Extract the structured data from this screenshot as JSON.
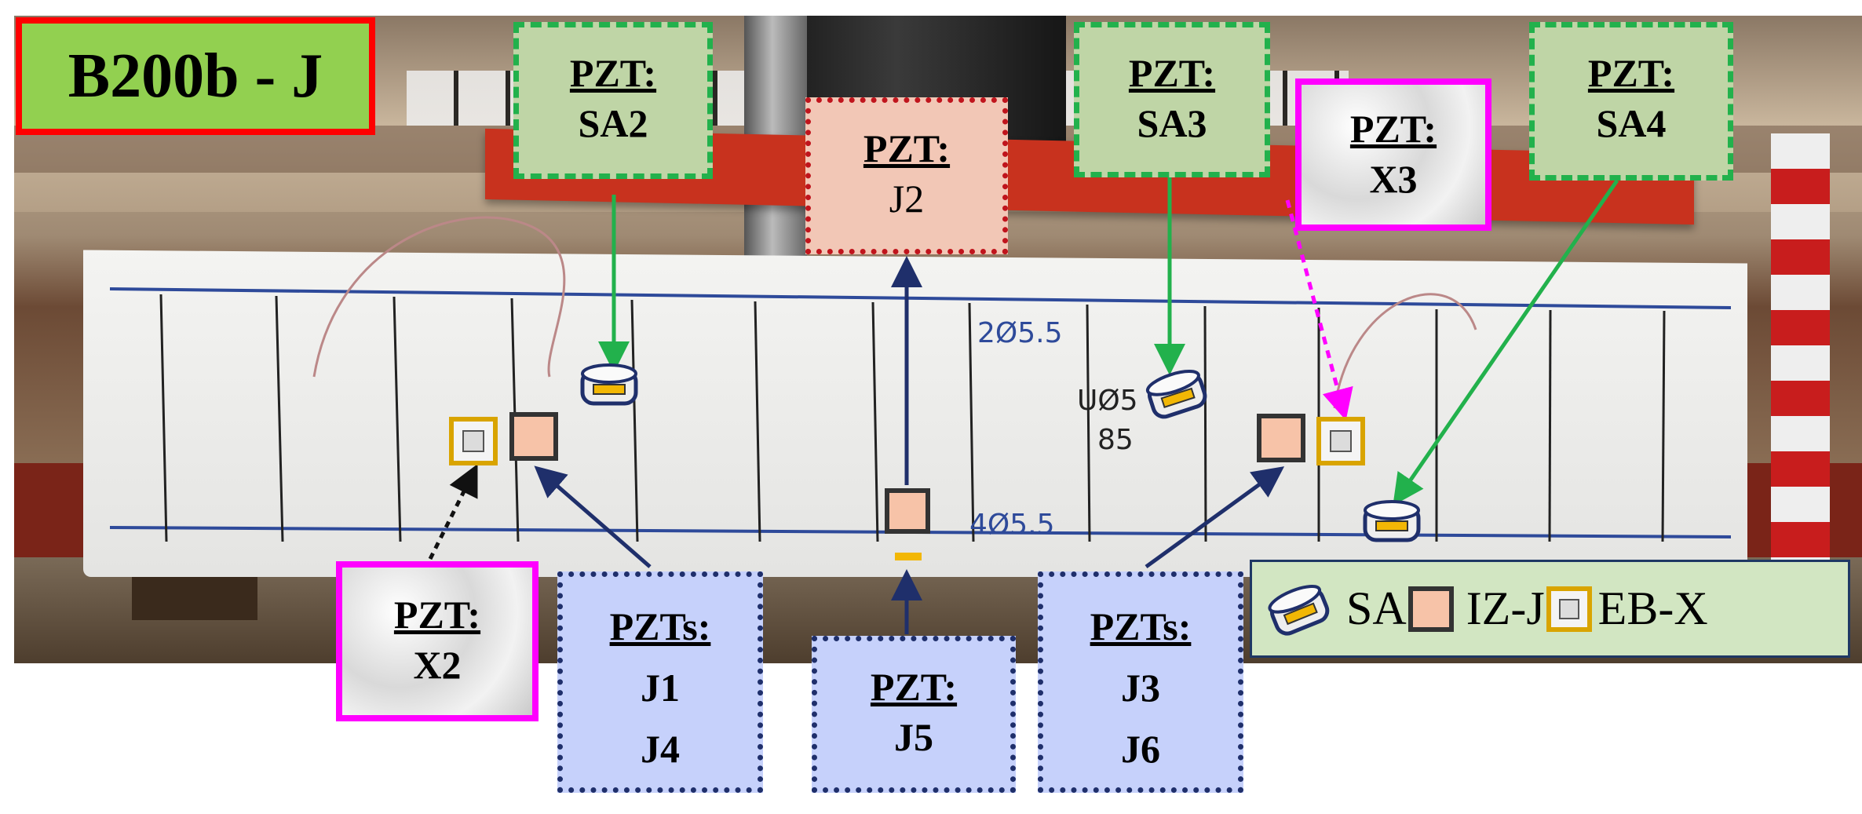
{
  "title": "B200b - J",
  "beam_markings": [
    "2Ø5.5",
    "UØ5",
    "85",
    "4Ø5.5"
  ],
  "labels": {
    "sa2": {
      "title": "PZT:",
      "lines": [
        "SA2"
      ]
    },
    "j2": {
      "title": "PZT:",
      "lines": [
        "J2"
      ]
    },
    "sa3": {
      "title": "PZT:",
      "lines": [
        "SA3"
      ]
    },
    "x3": {
      "title": "PZT:",
      "lines": [
        "X3"
      ]
    },
    "sa4": {
      "title": "PZT:",
      "lines": [
        "SA4"
      ]
    },
    "x2": {
      "title": "PZT:",
      "lines": [
        "X2"
      ]
    },
    "j1j4": {
      "title": "PZTs:",
      "lines": [
        "J1",
        "J4"
      ]
    },
    "j5": {
      "title": "PZT:",
      "lines": [
        "J5"
      ]
    },
    "j3j6": {
      "title": "PZTs:",
      "lines": [
        "J3",
        "J6"
      ]
    }
  },
  "legend": {
    "sa": "SA",
    "izj": "IZ-J",
    "ebx": "EB-X"
  },
  "colors": {
    "green_border": "#22b14c",
    "green_fill": "#bfd5a6",
    "red_dotted": "#c0141c",
    "pink_fill": "#f2c7b6",
    "navy": "#1f2f6b",
    "blue_fill": "#c6d1fb",
    "magenta": "#ff00ff",
    "title_fill": "#92d050",
    "title_border": "#ff0000",
    "sa_yellow": "#f2b705",
    "izj_fill": "#f7c3a8",
    "ebx_border": "#d9a400"
  }
}
